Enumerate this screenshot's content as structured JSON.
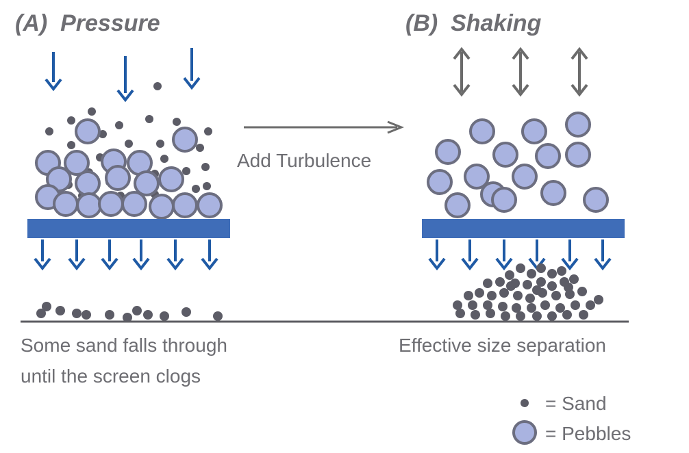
{
  "panels": {
    "pressure": {
      "title": "(A)  Pressure",
      "caption_line1": "Some sand falls through",
      "caption_line2": "until the screen clogs"
    },
    "shaking": {
      "title": "(B)  Shaking",
      "caption": "Effective size separation"
    }
  },
  "transition_label": "Add Turbulence",
  "legend": {
    "sand_label": "= Sand",
    "pebbles_label": "= Pebbles"
  },
  "colors": {
    "pebble_fill": "#a9b3e0",
    "pebble_stroke": "#6c6e80",
    "sand": "#5c5c66",
    "screen": "#3f6db8",
    "flow_arrow": "#1f5aa5",
    "shake_arrow": "#6b6b6b",
    "text": "#6e6e73",
    "ground": "#5c5c62"
  },
  "icons": {
    "press": "down-arrow-icon",
    "shake": "double-headed-arrow-icon",
    "flow": "down-arrow-icon",
    "transition": "right-arrow-icon"
  }
}
